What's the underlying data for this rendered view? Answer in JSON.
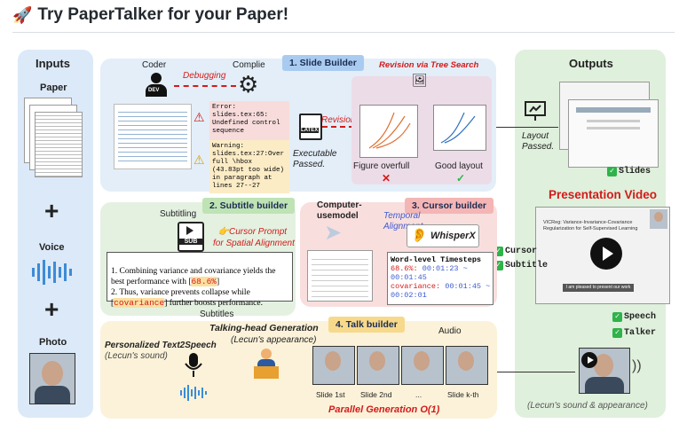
{
  "header": {
    "icon": "rocket-icon",
    "title": "Try PaperTalker for your Paper!"
  },
  "inputs": {
    "title": "Inputs",
    "paper": "Paper",
    "voice": "Voice",
    "photo": "Photo"
  },
  "outputs": {
    "title": "Outputs",
    "layout_passed": "Layout\nPassed.",
    "slides_check": "Slides",
    "presentation_video": "Presentation Video",
    "cursor_check": "Cursor",
    "subtitle_check": "Subtitle",
    "speech_check": "Speech",
    "talker_check": "Talker",
    "appearance_note": "(Lecun's sound & appearance)"
  },
  "slide_builder": {
    "tag": "1. Slide Builder",
    "coder": "Coder",
    "complie": "Complie",
    "debugging": "Debugging",
    "revision_tree": "Revision via Tree Search",
    "revision": "Revision",
    "executable": "Executable\nPassed.",
    "error": "Error:\nslides.tex:65:\nUndefined control\nsequence",
    "warning": "Warning:\nslides.tex:27:Over\nfull \\hbox\n(43.83pt too wide)\nin paragraph at\nlines 27--27",
    "figure_overfull": "Figure overfull",
    "good_layout": "Good layout",
    "dev_badge": "DEV",
    "latex_badge": "LATEX"
  },
  "subtitle_builder": {
    "tag": "2. Subtitle builder",
    "subtitling": "Subtitling",
    "cursor_prompt": "Cursor Prompt\nfor Spatial Alignment",
    "sub_badge": "SUB",
    "text1_pre": "1. Combining variance and covariance yields the\nbest performance with [",
    "text1_hl": "68.6%",
    "text1_post": "]",
    "text2_pre": "2. Thus, variance prevents collapse while\n[",
    "text2_hl": "covariance",
    "text2_post": "] further boosts performance.",
    "subtitles": "Subtitles"
  },
  "cursor_builder": {
    "tag": "3. Cursor builder",
    "computer_use": "Computer-\nusemodel",
    "temporal": "Temporal\nAlignment",
    "whisperx": "WhisperX",
    "timestep_title": "Word-level Timesteps",
    "ts1_word": "68.6%:",
    "ts1_time": "00:01:23 ~\n00:01:45",
    "ts2_word": "covariance:",
    "ts2_time": "00:01:45 ~\n00:02:01"
  },
  "talk_builder": {
    "tag": "4. Talk builder",
    "talking_head": "Talking-head Generation",
    "lecun_appearance": "(Lecun's appearance)",
    "personalized": "Personalized Text2Speech",
    "lecun_sound": "(Lecun's sound)",
    "audio": "Audio",
    "slides": [
      "Slide 1st",
      "Slide 2nd",
      "...",
      "Slide k-th"
    ],
    "parallel": "Parallel Generation O(1)"
  },
  "video": {
    "title": "VICReg:  Variance-Invariance-Covariance Regularization for Self-Supervised Learning",
    "caption": "I am pleased to present our work"
  },
  "colors": {
    "inputs_bg": "#dce9f8",
    "outputs_bg": "#dff0dc",
    "slide_bg": "#e3eef8",
    "subtitle_bg": "#e4f1e1",
    "cursor_bg": "#f9dede",
    "talk_bg": "#fbf2d9",
    "red": "#d41a1a",
    "tag_blue": "#aacbf0",
    "tag_green": "#bfe3b4",
    "tag_pink": "#f4b5b5",
    "tag_yellow": "#f7d98c"
  }
}
